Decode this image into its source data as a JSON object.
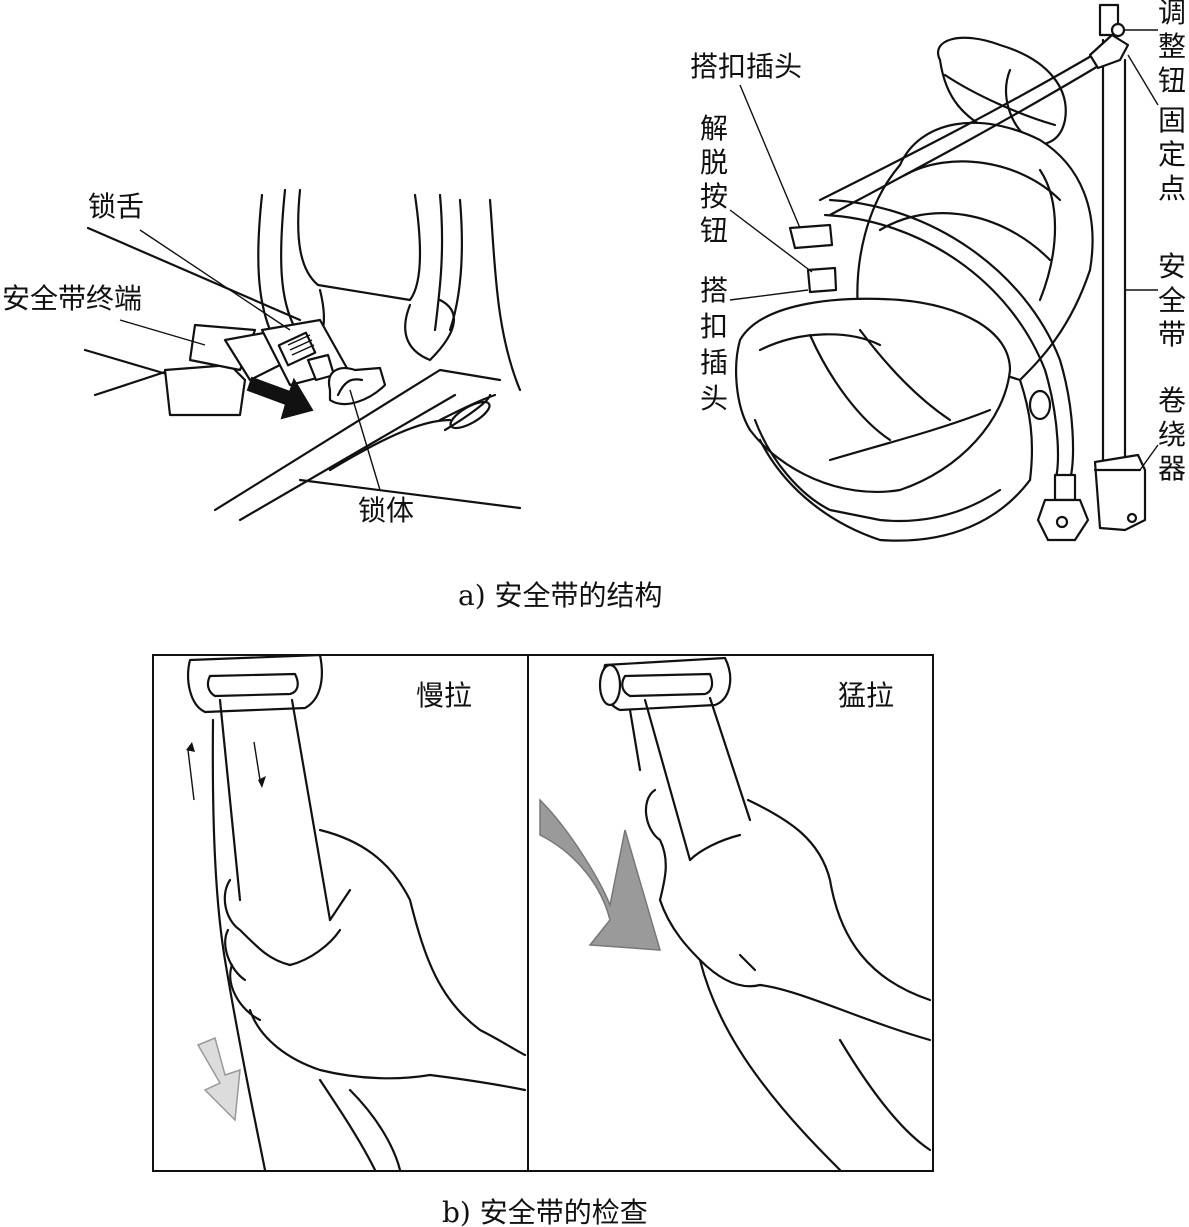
{
  "part_a": {
    "caption": "a) 安全带的结构",
    "left_labels": {
      "tongue": "锁舌",
      "belt_end": "安全带终端",
      "buckle": "锁体"
    },
    "right_labels": {
      "hook_plug_top": "搭扣插头",
      "release_button": "解脱按钮",
      "hook_plug_bottom": "搭扣插头",
      "adjust_knob": "调整钮",
      "anchor_point": "固定点",
      "belt": "安全带",
      "retractor": "卷绕器"
    }
  },
  "part_b": {
    "caption": "b) 安全带的检查",
    "slow_pull": "慢拉",
    "fast_pull": "猛拉"
  },
  "colors": {
    "line": "#111111",
    "arrow_dark": "#111111",
    "arrow_mid_gray": "#9a9a9a",
    "arrow_light_gray": "#dcdcdc"
  }
}
